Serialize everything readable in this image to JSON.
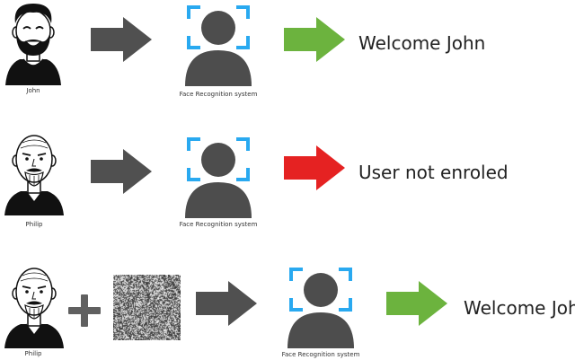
{
  "colors": {
    "arrow_gray": "#505050",
    "arrow_green": "#6cb33e",
    "arrow_red": "#e52222",
    "scan_blue": "#29a9f0",
    "silhouette": "#4d4d4d",
    "plus": "#606060",
    "avatar_line": "#111111"
  },
  "rows": [
    {
      "person_label": "John",
      "system_label": "Face Recognition system",
      "result_text": "Welcome John",
      "result_arrow_color": "green"
    },
    {
      "person_label": "Philip",
      "system_label": "Face Recognition system",
      "result_text": "User not enroled",
      "result_arrow_color": "red"
    },
    {
      "person_label": "Philip",
      "system_label": "Face Recognition system",
      "result_text": "Welcome John",
      "result_arrow_color": "green",
      "extra": "noise-pattern-image"
    }
  ]
}
